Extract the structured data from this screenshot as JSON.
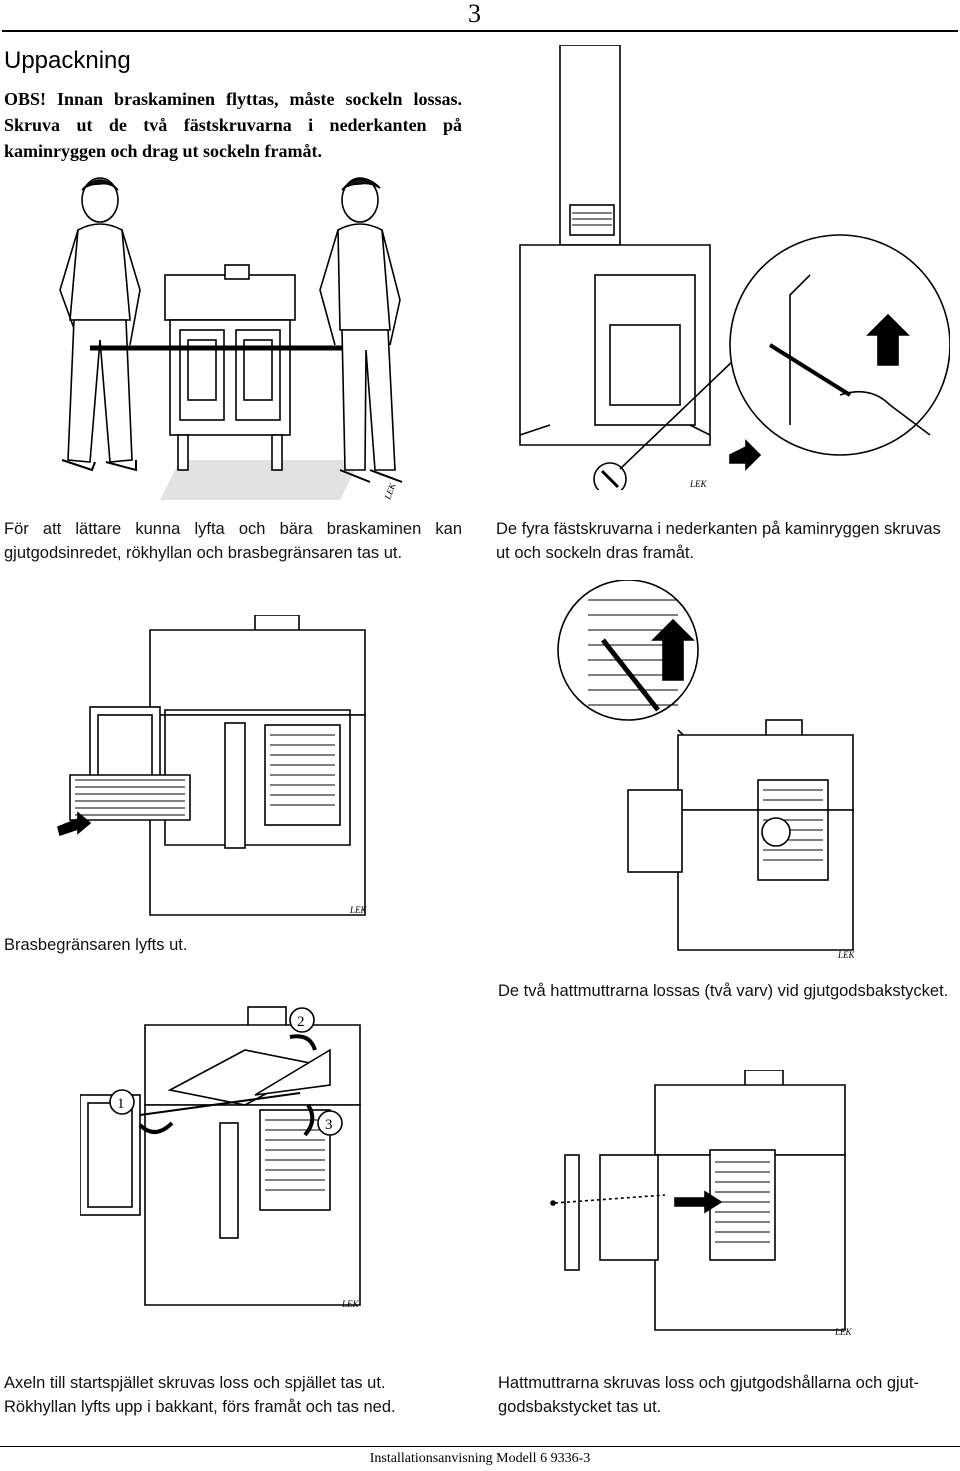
{
  "page_number": "3",
  "title": "Uppackning",
  "warning": "OBS! Innan braskaminen flyttas, måste sockeln lossas. Skruva ut de två fästskruvarna i nederkanten på kaminryggen och drag ut sockeln framåt.",
  "captions": {
    "carry": "För att lättare kunna lyfta och bära braskaminen kan gjutgodsinredet, rökhyllan och brasbegränsaren tas ut.",
    "screws": "De fyra fästskruvarna i nederkanten på kaminryggen skruvas ut och sockeln dras framåt.",
    "guard": "Brasbegränsaren lyfts ut.",
    "hatnuts": "De två hattmuttrarna lossas (två varv) vid gjutgodsbakstycket.",
    "damper_line1": "Axeln till startspjället skruvas loss och spjället tas ut.",
    "damper_line2": "Rökhyllan lyfts upp i bakkant, förs framåt och tas ned.",
    "backpiece_line1": "Hattmuttrarna skruvas loss och gjutgodshållarna och gjut-",
    "backpiece_line2": "godsbakstycket tas ut."
  },
  "illustration_labels": {
    "lek": "LEK",
    "step1": "1",
    "step2": "2",
    "step3": "3"
  },
  "footer": "Installationsanvisning Modell 6 9336-3"
}
